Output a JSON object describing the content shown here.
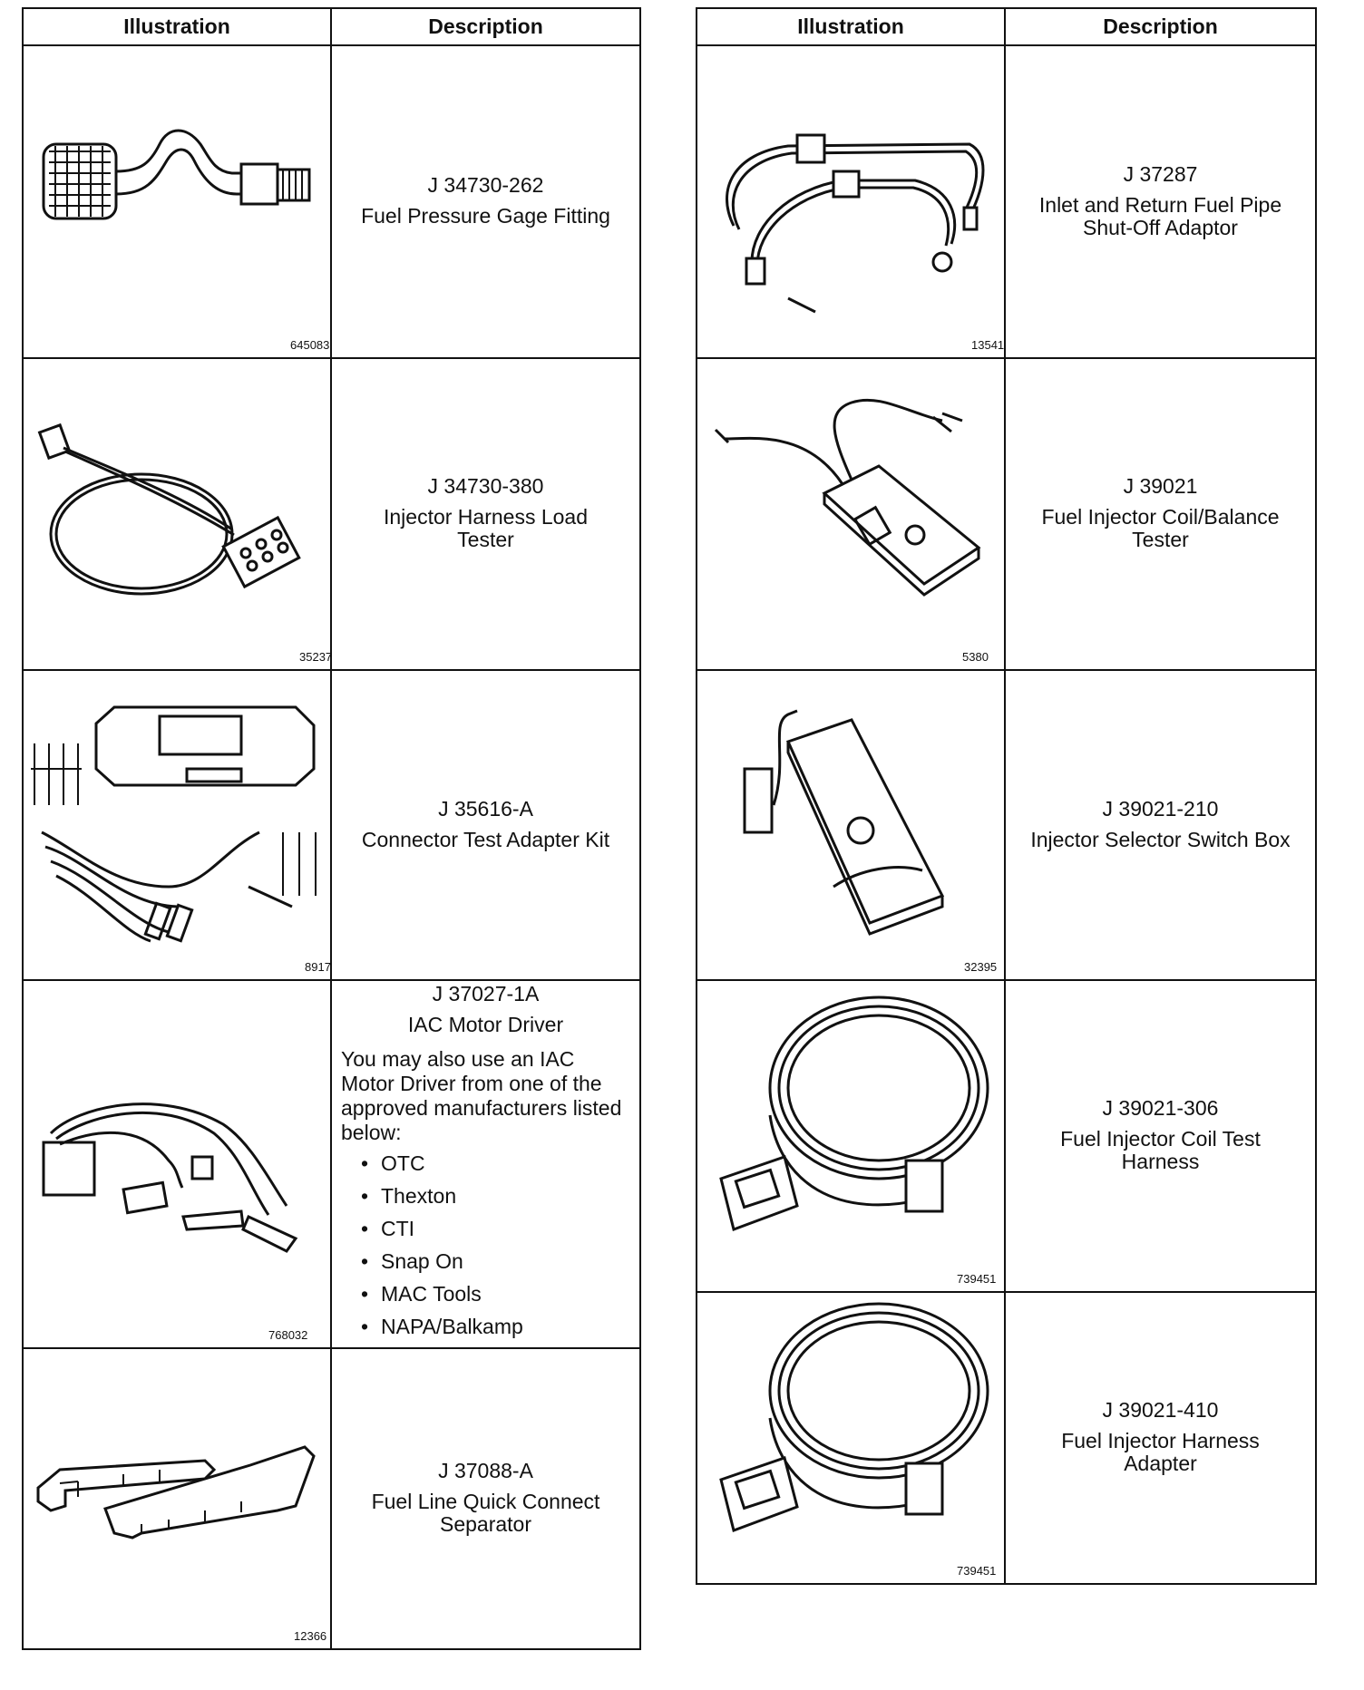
{
  "headers": {
    "illustration": "Illustration",
    "description": "Description"
  },
  "left": [
    {
      "part": "J 34730-262",
      "name": "Fuel Pressure Gage Fitting",
      "fig": "645083"
    },
    {
      "part": "J 34730-380",
      "name": "Injector Harness Load Tester",
      "fig": "35237"
    },
    {
      "part": "J 35616-A",
      "name": "Connector Test Adapter Kit",
      "fig": "8917"
    },
    {
      "part": "J 37027-1A",
      "name": "IAC Motor Driver",
      "fig": "768032",
      "note": "You may also use an IAC Motor Driver from one of the approved manufacturers listed below:",
      "manufacturers": [
        "OTC",
        "Thexton",
        "CTI",
        "Snap On",
        "MAC Tools",
        "NAPA/Balkamp"
      ]
    },
    {
      "part": "J 37088-A",
      "name": "Fuel Line Quick Connect Separator",
      "fig": "12366"
    }
  ],
  "right": [
    {
      "part": "J 37287",
      "name": "Inlet and Return Fuel Pipe Shut-Off Adaptor",
      "fig": "13541"
    },
    {
      "part": "J 39021",
      "name": "Fuel Injector Coil/Balance Tester",
      "fig": "5380"
    },
    {
      "part": "J 39021-210",
      "name": "Injector Selector Switch Box",
      "fig": "32395"
    },
    {
      "part": "J 39021-306",
      "name": "Fuel Injector Coil Test Harness",
      "fig": "739451"
    },
    {
      "part": "J 39021-410",
      "name": "Fuel Injector Harness Adapter",
      "fig": "739451"
    }
  ]
}
